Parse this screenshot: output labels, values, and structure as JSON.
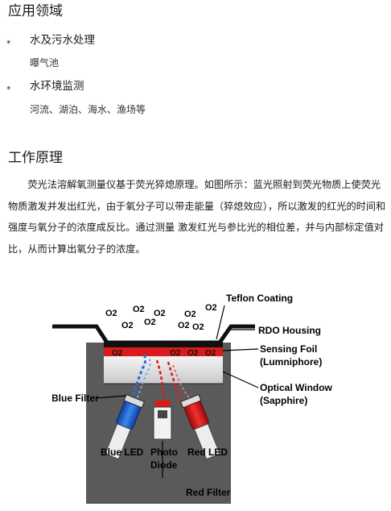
{
  "sections": {
    "application": {
      "title": "应用领域",
      "items": [
        {
          "bullet": "⁎",
          "label": "水及污水处理",
          "detail": "曝气池"
        },
        {
          "bullet": "⁎",
          "label": "水环境监测",
          "detail": "河流、湖泊、海水、渔场等"
        }
      ]
    },
    "principle": {
      "title": "工作原理",
      "paragraph": "　　荧光法溶解氧测量仪基于荧光猝熄原理。如图所示：蓝光照射到荧光物质上使荧光物质激发并发出红光，由于氧分子可以带走能量（猝熄效应），所以激发的红光的时间和强度与氧分子的浓度成反比。通过测量 激发红光与参比光的相位差，并与内部标定值对比，从而计算出氧分子的浓度。"
    }
  },
  "diagram": {
    "labels": {
      "teflon": "Teflon Coating",
      "housing": "RDO Housing",
      "foil_1": "Sensing Foil",
      "foil_2": "(Lumniphore)",
      "window_1": "Optical Window",
      "window_2": "(Sapphire)",
      "blue_filter": "Blue Filter",
      "blue_led": "Blue LED",
      "photo_1": "Photo",
      "photo_2": "Diode",
      "red_led": "Red LED",
      "red_filter": "Red Filter"
    },
    "o2_label": "O2",
    "colors": {
      "blue": "#2a6fd6",
      "red": "#e01818",
      "foil": "#d81c1c",
      "dark": "#111111"
    }
  }
}
